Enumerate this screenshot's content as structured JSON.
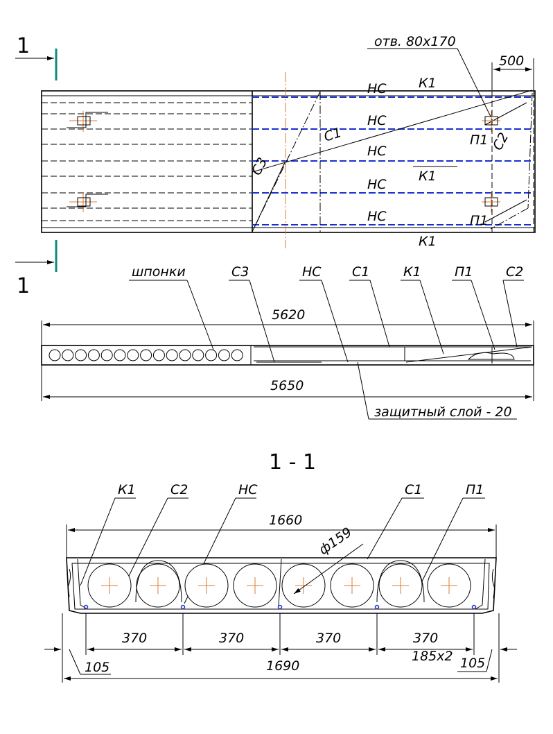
{
  "plan": {
    "section_mark_top": "1",
    "section_mark_bottom": "1",
    "opening_label": "отв. 80х170",
    "dim_500": "500",
    "labels": {
      "nc_1": "НС",
      "nc_2": "НС",
      "nc_3": "НС",
      "nc_4": "НС",
      "nc_5": "НС",
      "k1_1": "К1",
      "k1_2": "К1",
      "k1_3": "К1",
      "c1": "С1",
      "c2": "С2",
      "c3": "С3",
      "p1_1": "П1",
      "p1_2": "П1"
    }
  },
  "elevation": {
    "callouts": {
      "shponki": "шпонки",
      "c3": "С3",
      "nc": "НС",
      "c1": "С1",
      "k1": "К1",
      "p1": "П1",
      "c2": "С2"
    },
    "dim_top": "5620",
    "dim_bottom": "5650",
    "cover_note": "защитный слой - 20",
    "hole_count": 15
  },
  "section": {
    "title": "1 - 1",
    "callouts": {
      "k1": "К1",
      "c2": "С2",
      "nc": "НС",
      "c1": "С1",
      "p1": "П1"
    },
    "dim_top": "1660",
    "diameter": "ф159",
    "spacings": [
      "370",
      "370",
      "370",
      "370"
    ],
    "edge_left": "105",
    "edge_right": "105",
    "spacing_note": "185х2",
    "dim_bottom": "1690",
    "hole_count": 8
  }
}
